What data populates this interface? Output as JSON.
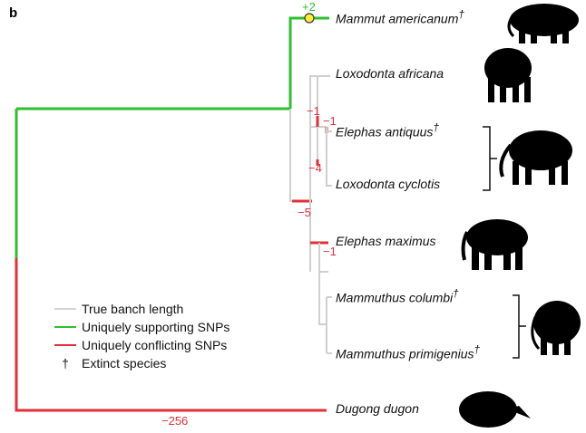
{
  "panel_label": "b",
  "taxa": {
    "mammut": {
      "name": "Mammut americanum",
      "dagger": "†"
    },
    "lox_africana": {
      "name": "Loxodonta africana",
      "dagger": ""
    },
    "elephas_antiquus": {
      "name": "Elephas antiquus",
      "dagger": "†"
    },
    "lox_cyclotis": {
      "name": "Loxodonta cyclotis",
      "dagger": ""
    },
    "elephas_maximus": {
      "name": "Elephas maximus",
      "dagger": ""
    },
    "m_columbi": {
      "name": "Mammuthus columbi",
      "dagger": "†"
    },
    "m_primigenius": {
      "name": "Mammuthus primigenius",
      "dagger": "†"
    },
    "dugong": {
      "name": "Dugong dugon",
      "dagger": ""
    }
  },
  "branch_values": {
    "mammut": "+2",
    "elephantid_a": "−1",
    "elephantid_b": "−1",
    "forest_clade": "−4",
    "ancestral": "−5",
    "maximus": "−1",
    "dugong": "−256"
  },
  "legend": {
    "true_length": "True banch length",
    "supporting": "Uniquely supporting SNPs",
    "conflicting": "Uniquely conflicting SNPs",
    "extinct": "Extinct species",
    "extinct_symbol": "†"
  },
  "colors": {
    "grey": "#d4d4d4",
    "green": "#2fbf2f",
    "red": "#e0303a",
    "node_fill": "#ffee33"
  }
}
